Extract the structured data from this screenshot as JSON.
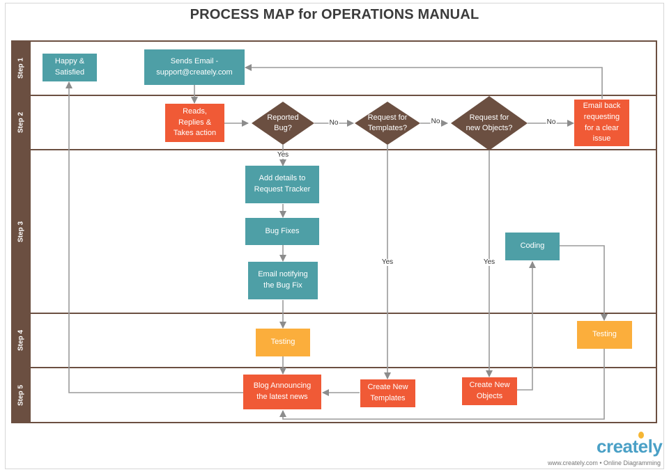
{
  "title": "PROCESS MAP for  OPERATIONS MANUAL",
  "lanes": [
    "Step 1",
    "Step 2",
    "Step 3",
    "Step 4",
    "Step 5"
  ],
  "nodes": {
    "happy": "Happy &\nSatisfied",
    "sends_email": "Sends Email -\nsupport@creately.com",
    "reads": "Reads,\nReplies &\nTakes action",
    "reported_bug": "Reported\nBug?",
    "req_templates": "Request for\nTemplates?",
    "req_objects": "Request for\nnew Objects?",
    "email_back": "Email back\nrequesting\nfor a clear\nissue",
    "add_details": "Add details to\nRequest Tracker",
    "bug_fixes": "Bug Fixes",
    "email_notify": "Email notifying\nthe Bug Fix",
    "coding": "Coding",
    "testing_left": "Testing",
    "testing_right": "Testing",
    "blog": "Blog Announcing\nthe latest news",
    "create_templates": "Create New\nTemplates",
    "create_objects": "Create New\nObjects"
  },
  "edge_labels": {
    "no1": "No",
    "no2": "No",
    "no3": "No",
    "yes_bug": "Yes",
    "yes_templates": "Yes",
    "yes_objects": "Yes"
  },
  "colors": {
    "teal": "#4e9fa6",
    "red": "#f05a36",
    "orange": "#fbae3c",
    "diamond": "#6b4f41",
    "lane": "#6b4f41",
    "connector": "#9a9a9a"
  },
  "branding": {
    "logo": "creately",
    "footer": "www.creately.com • Online Diagramming"
  }
}
